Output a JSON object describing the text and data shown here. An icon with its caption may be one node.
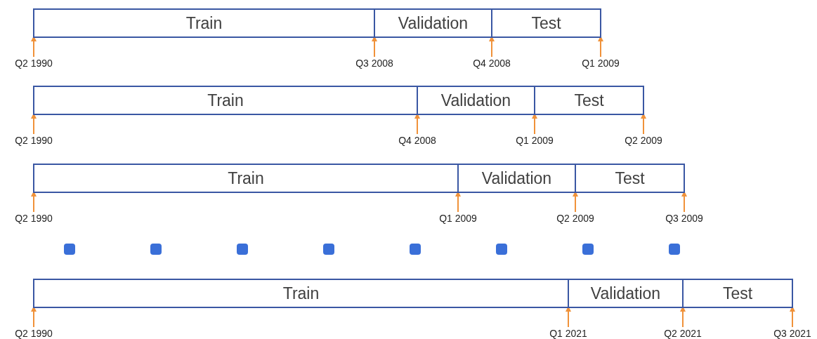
{
  "diagram": {
    "nodes": [
      {
        "text": [
          "Train"
        ]
      },
      {
        "text": [
          "Validation"
        ]
      },
      {
        "text": [
          "Test"
        ]
      },
      {
        "text": [
          "Q2 1990"
        ]
      },
      {
        "text": [
          "Q3 2008"
        ]
      },
      {
        "text": [
          "Q4 2008"
        ]
      },
      {
        "text": [
          "Q1 2009"
        ]
      },
      {
        "text": [
          "Train"
        ]
      },
      {
        "text": [
          "Validation"
        ]
      },
      {
        "text": [
          "Test"
        ]
      },
      {
        "text": [
          "Q2 1990"
        ]
      },
      {
        "text": [
          "Q4 2008"
        ]
      },
      {
        "text": [
          "Q1 2009"
        ]
      },
      {
        "text": [
          "Q2 2009"
        ]
      },
      {
        "text": [
          "Train"
        ]
      },
      {
        "text": [
          "Validation"
        ]
      },
      {
        "text": [
          "Test"
        ]
      },
      {
        "text": [
          "Q2 1990"
        ]
      },
      {
        "text": [
          "Q1 2009"
        ]
      },
      {
        "text": [
          "Q2 2009"
        ]
      },
      {
        "text": [
          "Q3 2009"
        ]
      },
      {
        "text": [
          "Train"
        ]
      },
      {
        "text": [
          "Validation"
        ]
      },
      {
        "text": [
          "Test"
        ]
      },
      {
        "text": [
          "Q2 1990"
        ]
      },
      {
        "text": [
          "Q1 2021"
        ]
      },
      {
        "text": [
          "Q2 2021"
        ]
      },
      {
        "text": [
          "Q3 2021"
        ]
      }
    ],
    "edges": [
      {
        "from": 3,
        "to": null,
        "arrow": "to"
      },
      {
        "from": 4,
        "to": null,
        "arrow": "to"
      },
      {
        "from": 5,
        "to": null,
        "arrow": "to"
      },
      {
        "from": 6,
        "to": null,
        "arrow": "to"
      },
      {
        "from": 10,
        "to": null,
        "arrow": "to"
      },
      {
        "from": 11,
        "to": null,
        "arrow": "to"
      },
      {
        "from": 12,
        "to": null,
        "arrow": "to"
      },
      {
        "from": 13,
        "to": null,
        "arrow": "to"
      },
      {
        "from": 17,
        "to": null,
        "arrow": "to"
      },
      {
        "from": 18,
        "to": null,
        "arrow": "to"
      },
      {
        "from": 19,
        "to": null,
        "arrow": "to"
      },
      {
        "from": 20,
        "to": null,
        "arrow": "to"
      },
      {
        "from": 24,
        "to": null,
        "arrow": "to"
      },
      {
        "from": 25,
        "to": null,
        "arrow": "to"
      },
      {
        "from": 26,
        "to": null,
        "arrow": "to"
      },
      {
        "from": 27,
        "to": null,
        "arrow": "to"
      }
    ]
  }
}
